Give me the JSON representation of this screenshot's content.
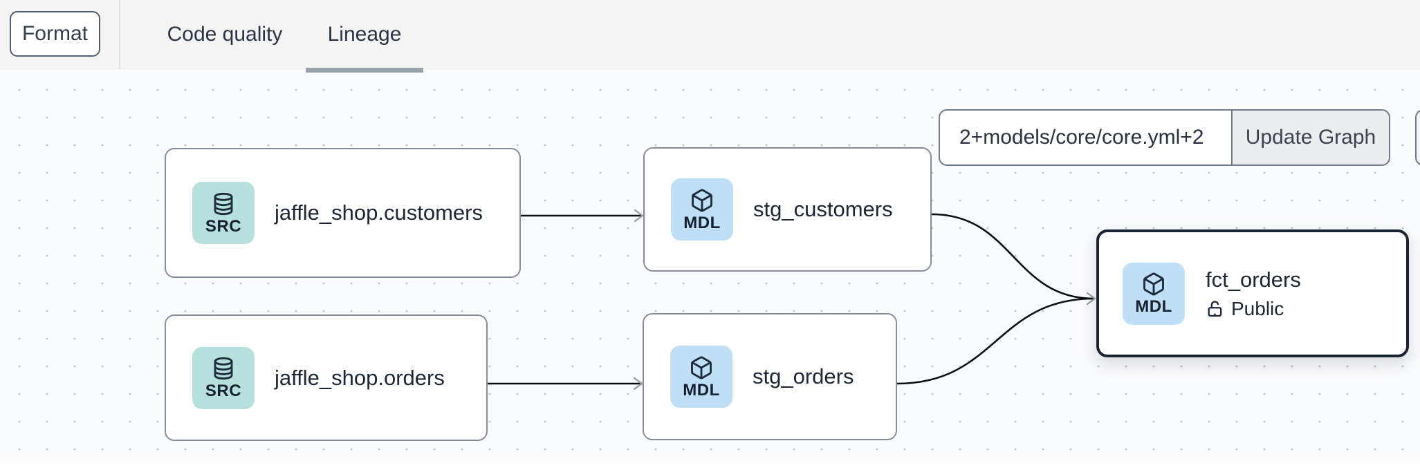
{
  "toolbar": {
    "format_label": "Format",
    "tabs": [
      {
        "label": "Code quality",
        "active": false
      },
      {
        "label": "Lineage",
        "active": true
      }
    ]
  },
  "graph_controls": {
    "selector_value": "2+models/core/core.yml+2",
    "update_button_label": "Update Graph"
  },
  "nodes": [
    {
      "id": "jaffle_shop.customers",
      "title": "jaffle_shop.customers",
      "badge": "SRC",
      "icon": "database-icon",
      "type": "source",
      "selected": false
    },
    {
      "id": "stg_customers",
      "title": "stg_customers",
      "badge": "MDL",
      "icon": "cube-icon",
      "type": "model",
      "selected": false
    },
    {
      "id": "jaffle_shop.orders",
      "title": "jaffle_shop.orders",
      "badge": "SRC",
      "icon": "database-icon",
      "type": "source",
      "selected": false
    },
    {
      "id": "stg_orders",
      "title": "stg_orders",
      "badge": "MDL",
      "icon": "cube-icon",
      "type": "model",
      "selected": false
    },
    {
      "id": "fct_orders",
      "title": "fct_orders",
      "badge": "MDL",
      "icon": "cube-icon",
      "type": "model",
      "access": "Public",
      "selected": true
    }
  ],
  "edges": [
    {
      "source": "jaffle_shop.customers",
      "target": "stg_customers"
    },
    {
      "source": "jaffle_shop.orders",
      "target": "stg_orders"
    },
    {
      "source": "stg_customers",
      "target": "fct_orders"
    },
    {
      "source": "stg_orders",
      "target": "fct_orders"
    }
  ],
  "colors": {
    "topbar_bg": "#f4f4f5",
    "canvas_bg": "#fafbfc",
    "dot_grid": "#c6c9cf",
    "node_border": "#868d99",
    "selected_node_border": "#1b2433",
    "src_badge_bg": "#b5e0dc",
    "mdl_badge_bg": "#bfdff7",
    "edge": "#0c0d0f",
    "arrowhead": "#9aa1ab",
    "active_tab_underline": "#9aa1ab",
    "update_button_bg": "#ebedef"
  }
}
